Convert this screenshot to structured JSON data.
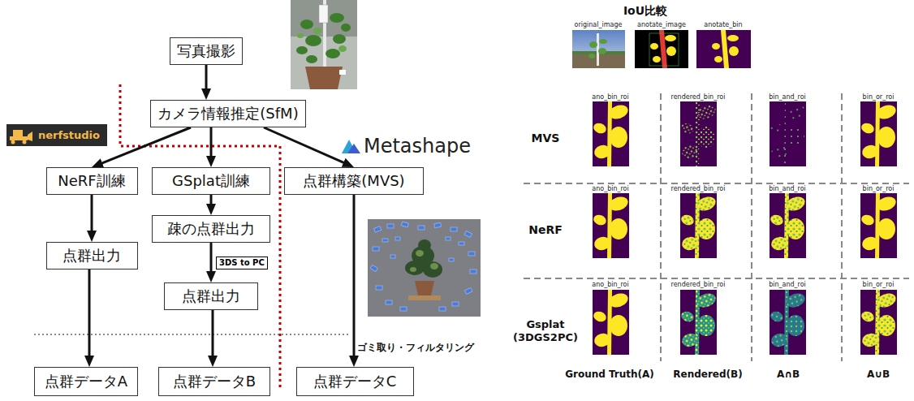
{
  "diagram": {
    "nodes": [
      {
        "text": [
          "写真撮影"
        ]
      },
      {
        "text": [
          "カメラ情報推定(SfM)"
        ]
      },
      {
        "text": [
          "NeRF訓練"
        ]
      },
      {
        "text": [
          "GSplat訓練"
        ]
      },
      {
        "text": [
          "点群構築(MVS)"
        ]
      },
      {
        "text": [
          "点群出力"
        ]
      },
      {
        "text": [
          "疎の点群出力"
        ]
      },
      {
        "text": [
          "点群出力"
        ]
      },
      {
        "text": [
          "点群データA"
        ]
      },
      {
        "text": [
          "点群データB"
        ]
      },
      {
        "text": [
          "点群データC"
        ]
      }
    ],
    "edges": [
      {
        "from": 0,
        "to": 1,
        "arrow": "to"
      },
      {
        "from": 1,
        "to": 2,
        "arrow": "to"
      },
      {
        "from": 1,
        "to": 3,
        "arrow": "to"
      },
      {
        "from": 1,
        "to": 4,
        "arrow": "to"
      },
      {
        "from": 2,
        "to": 5,
        "arrow": "to"
      },
      {
        "from": 3,
        "to": 6,
        "arrow": "to"
      },
      {
        "from": 6,
        "to": 7,
        "label": "3DS to PC",
        "arrow": "to"
      },
      {
        "from": 5,
        "to": 8,
        "arrow": "to"
      },
      {
        "from": 7,
        "to": 9,
        "arrow": "to"
      },
      {
        "from": 4,
        "to": 10,
        "arrow": "to"
      }
    ],
    "labels": [
      "nerfstudio",
      "Metashape",
      "ゴミ取り・フィルタリング",
      "IoU比較",
      "original_image",
      "anotate_image",
      "anotate_bin",
      "MVS",
      "ano_bin_roi",
      "rendered_bin_roi",
      "bin_and_roi",
      "bin_or_roi",
      "NeRF",
      "ano_bin_roi",
      "rendered_bin_roi",
      "bin_and_roi",
      "bin_or_roi",
      "Gsplat (3DGS2PC)",
      "ano_bin_roi",
      "rendered_bin_roi",
      "bin_and_roi",
      "bin_or_roi",
      "Ground Truth(A)",
      "Rendered(B)",
      "A∩B",
      "A∪B"
    ]
  }
}
